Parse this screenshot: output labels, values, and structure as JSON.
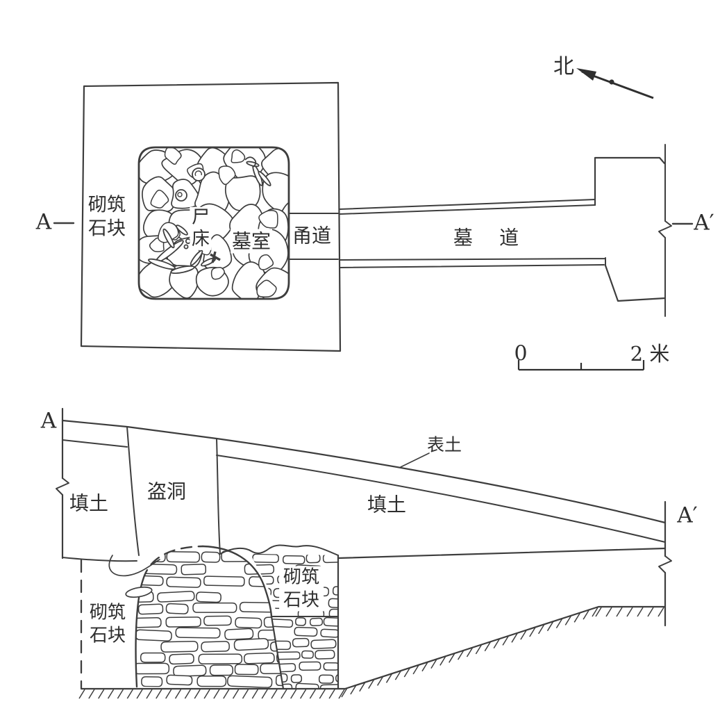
{
  "colors": {
    "line": "#3d3d3d",
    "background": "#ffffff",
    "text": "#2e2e2e"
  },
  "plan": {
    "north": "北",
    "marker_a": "A",
    "marker_a_prime": "A′",
    "masonry": "砌筑石块",
    "corpse_bed": "尸床",
    "chamber": "墓室",
    "corridor": "甬道",
    "ramp": "墓 道",
    "scale": {
      "start": "0",
      "end": "2 米"
    }
  },
  "section": {
    "marker_a": "A",
    "marker_a_prime": "A′",
    "topsoil": "表土",
    "robber_pit": "盗洞",
    "fill_left": "填土",
    "fill_right": "填土",
    "masonry_left": "砌筑石块",
    "masonry_right": "砌筑石块"
  }
}
